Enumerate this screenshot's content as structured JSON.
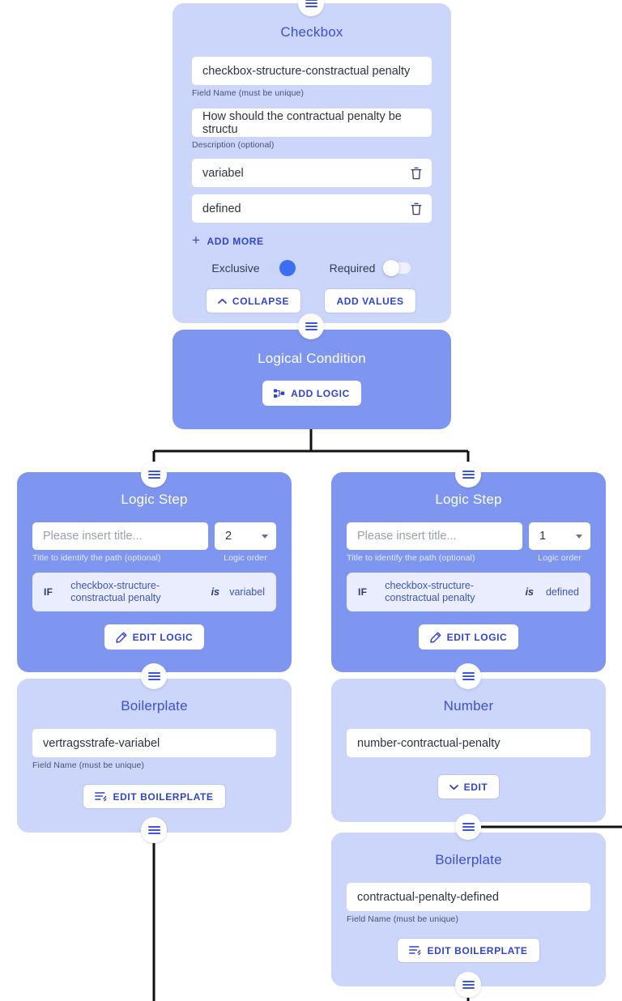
{
  "theme": {
    "card_light": "#ccd6fb",
    "card_medium": "#7f96f0",
    "accent": "#2f44cf",
    "title_light": "#3b4fd8",
    "title_medium": "#ffffff",
    "condition_bg": "#e9edfd",
    "wire": "#111111"
  },
  "checkbox_card": {
    "title": "Checkbox",
    "field_name_value": "checkbox-structure-constractual penalty",
    "field_name_helper": "Field Name (must be unique)",
    "description_value": "How should the contractual penalty be structu",
    "description_helper": "Description (optional)",
    "options": [
      {
        "value": "variabel",
        "delete_icon": "trash-icon"
      },
      {
        "value": "defined",
        "delete_icon": "trash-icon"
      }
    ],
    "add_more_label": "ADD MORE",
    "add_more_icon": "plus-icon",
    "toggles": [
      {
        "label": "Exclusive",
        "state": "on"
      },
      {
        "label": "Required",
        "state": "off"
      }
    ],
    "collapse_label": "COLLAPSE",
    "collapse_icon": "chevron-up-icon",
    "add_values_label": "ADD VALUES"
  },
  "logical_condition_card": {
    "title": "Logical Condition",
    "add_logic_label": "ADD LOGIC",
    "add_logic_icon": "logic-nodes-icon"
  },
  "logic_steps": [
    {
      "title": "Logic Step",
      "title_placeholder": "Please insert title...",
      "title_value": "",
      "title_helper": "Title to identify the path (optional)",
      "order_value": "2",
      "order_helper": "Logic order",
      "condition": {
        "keyword": "IF",
        "field": "checkbox-structure-constractual penalty",
        "operator": "is",
        "value": "variabel"
      },
      "edit_logic_label": "EDIT LOGIC",
      "edit_logic_icon": "pencil-icon"
    },
    {
      "title": "Logic Step",
      "title_placeholder": "Please insert title...",
      "title_value": "",
      "title_helper": "Title to identify the path (optional)",
      "order_value": "1",
      "order_helper": "Logic order",
      "condition": {
        "keyword": "IF",
        "field": "checkbox-structure-constractual penalty",
        "operator": "is",
        "value": "defined"
      },
      "edit_logic_label": "EDIT LOGIC",
      "edit_logic_icon": "pencil-icon"
    }
  ],
  "boilerplate_left": {
    "title": "Boilerplate",
    "field_name_value": "vertragsstrafe-variabel",
    "field_name_helper": "Field Name (must be unique)",
    "edit_label": "EDIT BOILERPLATE",
    "edit_icon": "edit-lines-icon"
  },
  "number_card": {
    "title": "Number",
    "field_name_value": "number-contractual-penalty",
    "edit_label": "EDIT",
    "edit_icon": "chevron-down-icon"
  },
  "boilerplate_right": {
    "title": "Boilerplate",
    "field_name_value": "contractual-penalty-defined",
    "field_name_helper": "Field Name (must be unique)",
    "edit_label": "EDIT BOILERPLATE",
    "edit_icon": "edit-lines-icon"
  },
  "handles": {
    "icon": "drag-handle-icon",
    "count": 10
  }
}
